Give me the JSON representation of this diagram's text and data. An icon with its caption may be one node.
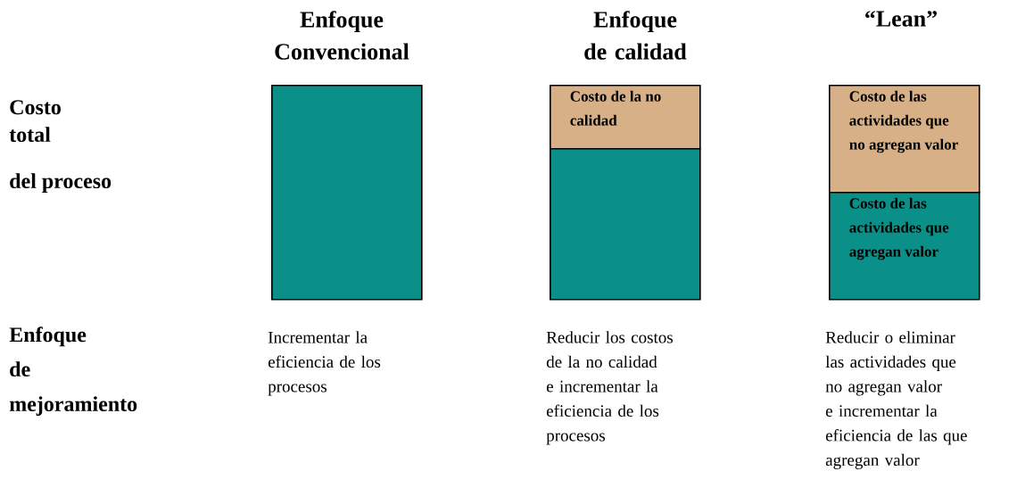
{
  "diagram": {
    "nodes": [
      {
        "text": [],
        "shape": "box"
      },
      {
        "text": [
          "Costo de la no calidad"
        ]
      },
      {
        "text": [],
        "shape": "box"
      },
      {
        "text": [
          "Costo de las actividades que no agregan valor"
        ]
      },
      {
        "text": [
          "Costo de las actividades que agregan valor"
        ]
      }
    ],
    "labels": [
      "Enfoque Convencional",
      "Enfoque de calidad",
      "“Lean”",
      "Costo",
      "total",
      "del proceso",
      "Enfoque",
      "de",
      "mejoramiento",
      "Incrementar la eficiencia de los procesos",
      "Reducir los costos de la no calidad e incrementar la eficiencia de los procesos",
      "Reducir o eliminar las actividades que no agregan valor e incrementar la eficiencia de las que agregan valor"
    ]
  }
}
